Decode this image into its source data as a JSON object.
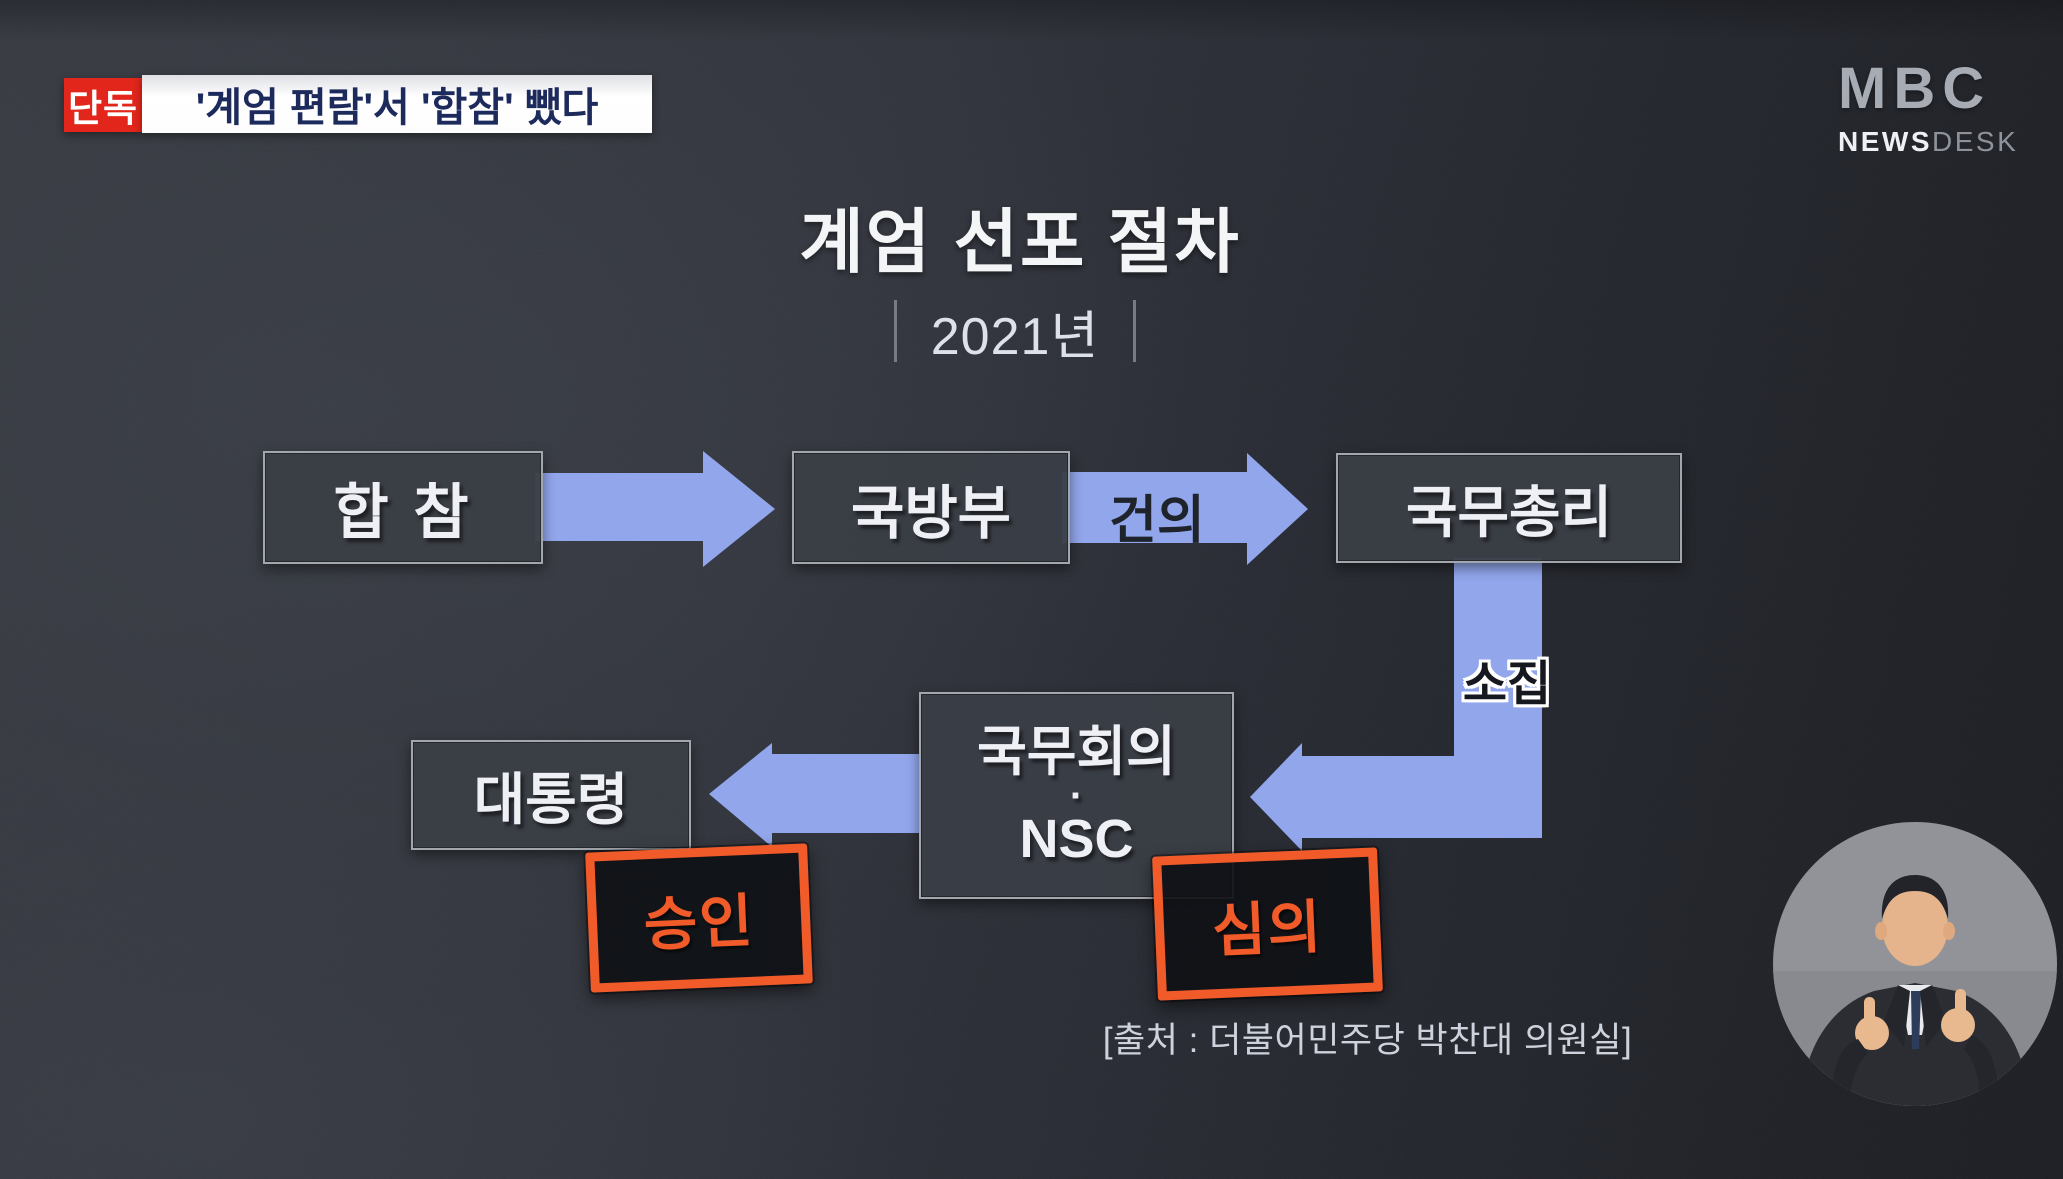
{
  "header": {
    "badge_label": "단독",
    "headline": "'계엄 편람'서 '합참' 뺐다",
    "logo": {
      "brand": "MBC",
      "news_part": "NEWS",
      "desk_part": "DESK"
    }
  },
  "title": "계엄 선포 절차",
  "subtitle": "2021년",
  "flow": {
    "nodes": [
      {
        "id": "jcs",
        "label": "합 참"
      },
      {
        "id": "defense-ministry",
        "label": "국방부"
      },
      {
        "id": "prime-minister",
        "label": "국무총리"
      },
      {
        "id": "cabinet-nsc",
        "line1": "국무회의",
        "separator": "·",
        "line2": "NSC"
      },
      {
        "id": "president",
        "label": "대통령"
      }
    ],
    "edges": [
      {
        "from": "합참",
        "to": "국방부",
        "label": ""
      },
      {
        "from": "국방부",
        "to": "국무총리",
        "label": "건의"
      },
      {
        "from": "국무총리",
        "to": "국무회의·NSC",
        "label": "소집"
      },
      {
        "from": "국무회의·NSC",
        "to": "대통령",
        "label": ""
      }
    ],
    "stamps": [
      {
        "label": "승인",
        "attached_to": "대통령"
      },
      {
        "label": "심의",
        "attached_to": "국무회의·NSC"
      }
    ]
  },
  "source": "[출처 : 더불어민주당 박찬대 의원실]",
  "icons": {
    "interpreter": "sign-language-interpreter"
  },
  "colors": {
    "arrow_blue": "#92a6ec",
    "stamp_orange": "#f15a29",
    "badge_red": "#e2261b",
    "headline_navy": "#1d2a5c",
    "box_fill": "#3a3e46",
    "box_border": "#a2a7ae",
    "background_dark": "#272a32",
    "title_white": "#f4f5f7"
  }
}
